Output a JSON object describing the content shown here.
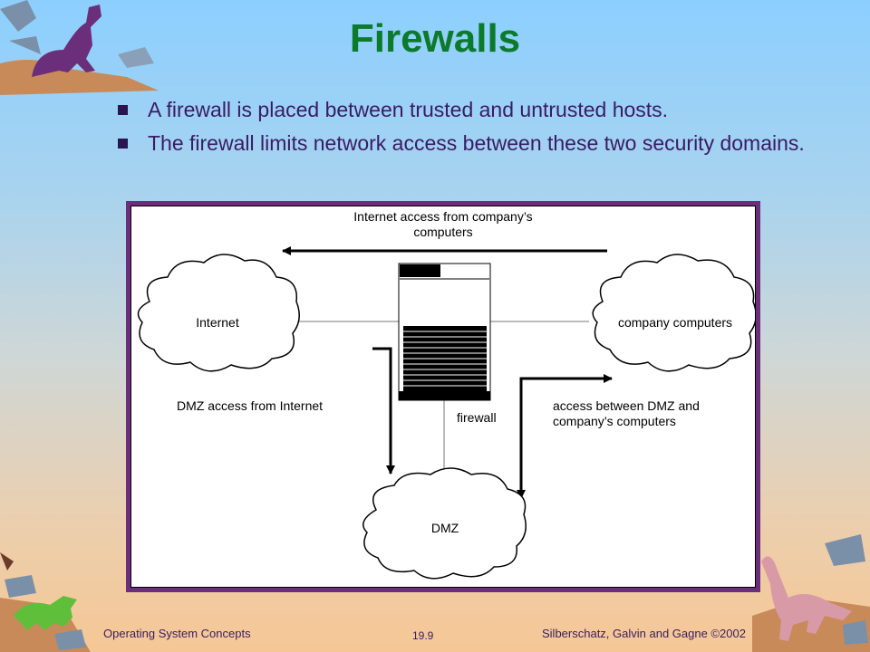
{
  "slide": {
    "title": "Firewalls",
    "bullets": [
      "A firewall is placed between trusted and untrusted hosts.",
      "The firewall limits network access between these two security domains."
    ]
  },
  "diagram": {
    "top_label": "Internet access from company’s computers",
    "top_label_line1": "Internet access from company’s",
    "top_label_line2": "computers",
    "internet": "Internet",
    "company": "company computers",
    "firewall": "firewall",
    "dmz": "DMZ",
    "dmz_access_label": "DMZ access from Internet",
    "between_label_line1": "access between DMZ and",
    "between_label_line2": "company’s computers"
  },
  "footer": {
    "left": "Operating System Concepts",
    "page": "19.9",
    "right": "Silberschatz, Galvin and Gagne ©2002"
  },
  "colors": {
    "title": "#0b7a2a",
    "text": "#3a1b64",
    "frame": "#6b2e7a"
  },
  "decorations": [
    "dinosaur-top-left",
    "dinosaur-bottom-left",
    "dinosaur-bottom-right"
  ]
}
